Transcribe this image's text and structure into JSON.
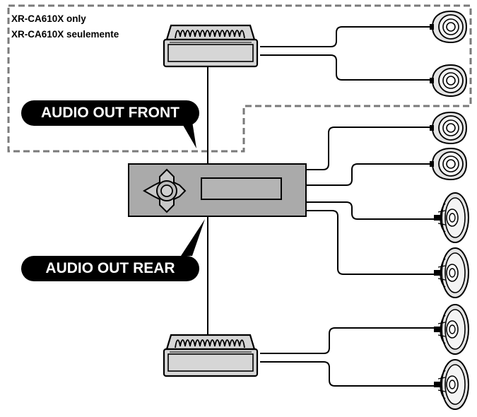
{
  "note": {
    "line1": "XR-CA610X only",
    "line2": "XR-CA610X seulemente"
  },
  "labels": {
    "front": "AUDIO OUT FRONT",
    "rear": "AUDIO OUT REAR"
  },
  "colors": {
    "ink": "#000000",
    "unit_fill": "#aaaaaa",
    "amp_fill": "#d3d3d3",
    "speaker_fill": "#e2e2e2",
    "dash_border": "#7a7a7a",
    "label_bg": "#000000",
    "label_text": "#ffffff"
  },
  "components": {
    "head_unit": "car-audio-head-unit",
    "amplifiers": [
      "front-amplifier",
      "rear-amplifier"
    ],
    "tweeters": 4,
    "oval_speakers": 4
  }
}
